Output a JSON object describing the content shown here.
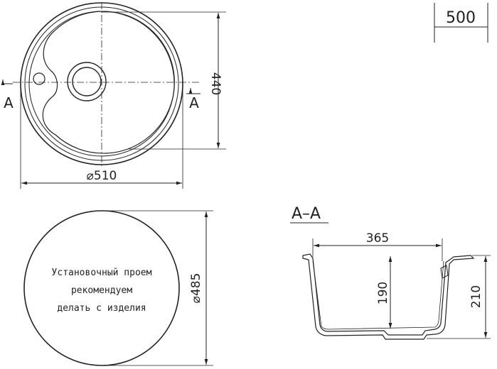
{
  "box_dimension": "500",
  "top_view": {
    "diameter_label": "⌀510",
    "depth_label": "440",
    "section_marker_left": "A",
    "section_marker_right": "A"
  },
  "cutout_view": {
    "diameter_label": "⌀485",
    "note_lines": [
      "Установочный проем",
      "рекомендуем",
      "делать с изделия"
    ]
  },
  "section_view": {
    "title": "A–A",
    "width_label": "365",
    "inner_depth_label": "190",
    "total_depth_label": "210"
  }
}
